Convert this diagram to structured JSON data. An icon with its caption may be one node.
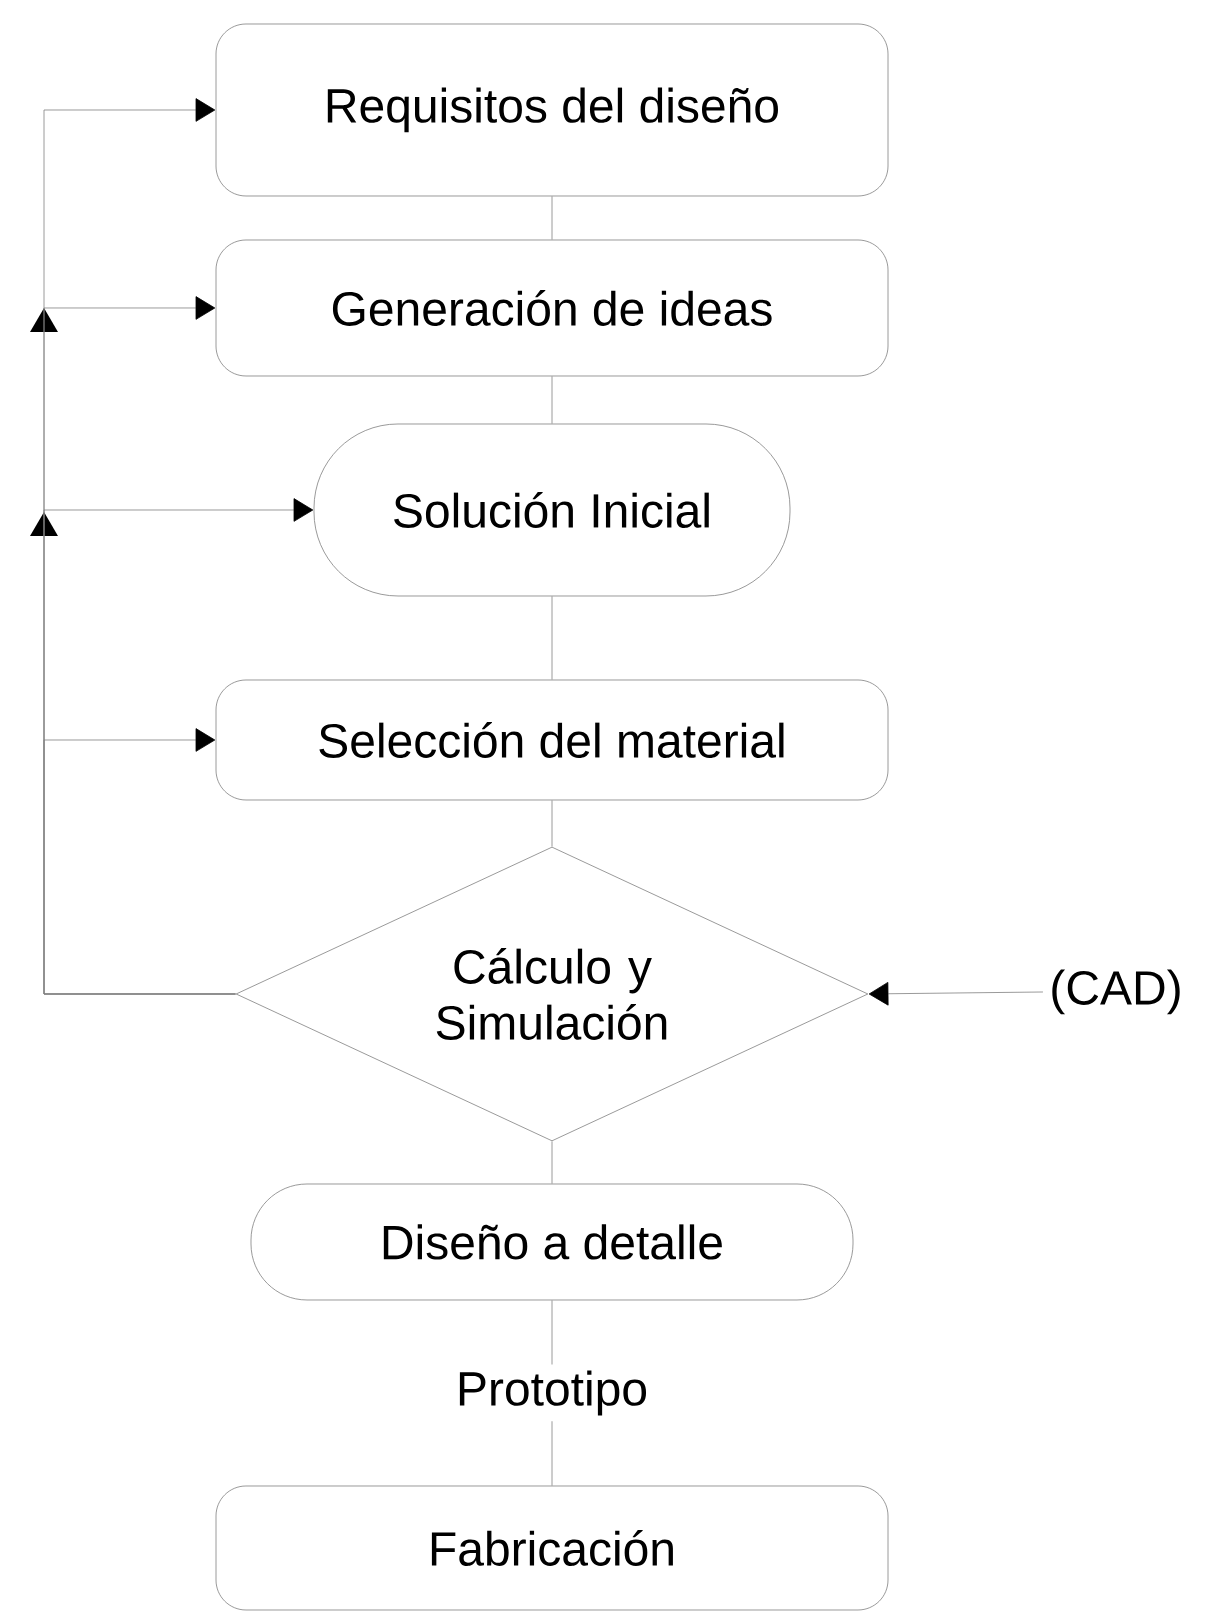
{
  "diagram": {
    "nodes": [
      {
        "text": [
          "Requisitos del diseño"
        ]
      },
      {
        "text": [
          "Generación de ideas"
        ]
      },
      {
        "text": [
          "Solución Inicial"
        ]
      },
      {
        "text": [
          "Selección del material"
        ]
      },
      {
        "text": [
          "Cálculo y Simulación"
        ]
      },
      {
        "text": [
          "Diseño a detalle"
        ]
      },
      {
        "text": [
          "Fabricación"
        ]
      },
      {
        "text": [
          "(CAD)"
        ]
      }
    ],
    "edges": [
      {
        "from": 0,
        "to": 1,
        "arrow": "none"
      },
      {
        "from": 1,
        "to": 2,
        "arrow": "none"
      },
      {
        "from": 2,
        "to": 3,
        "arrow": "none"
      },
      {
        "from": 3,
        "to": 4,
        "arrow": "none"
      },
      {
        "from": 4,
        "to": 5,
        "arrow": "none"
      },
      {
        "from": 5,
        "to": 6,
        "arrow": "none",
        "label": "Prototipo"
      },
      {
        "from": 4,
        "to": 0,
        "arrow": "to"
      },
      {
        "from": 4,
        "to": 1,
        "arrow": "to"
      },
      {
        "from": 4,
        "to": 2,
        "arrow": "to"
      },
      {
        "from": 4,
        "to": 3,
        "arrow": "to"
      },
      {
        "from": 7,
        "to": 4,
        "arrow": "to"
      }
    ]
  }
}
